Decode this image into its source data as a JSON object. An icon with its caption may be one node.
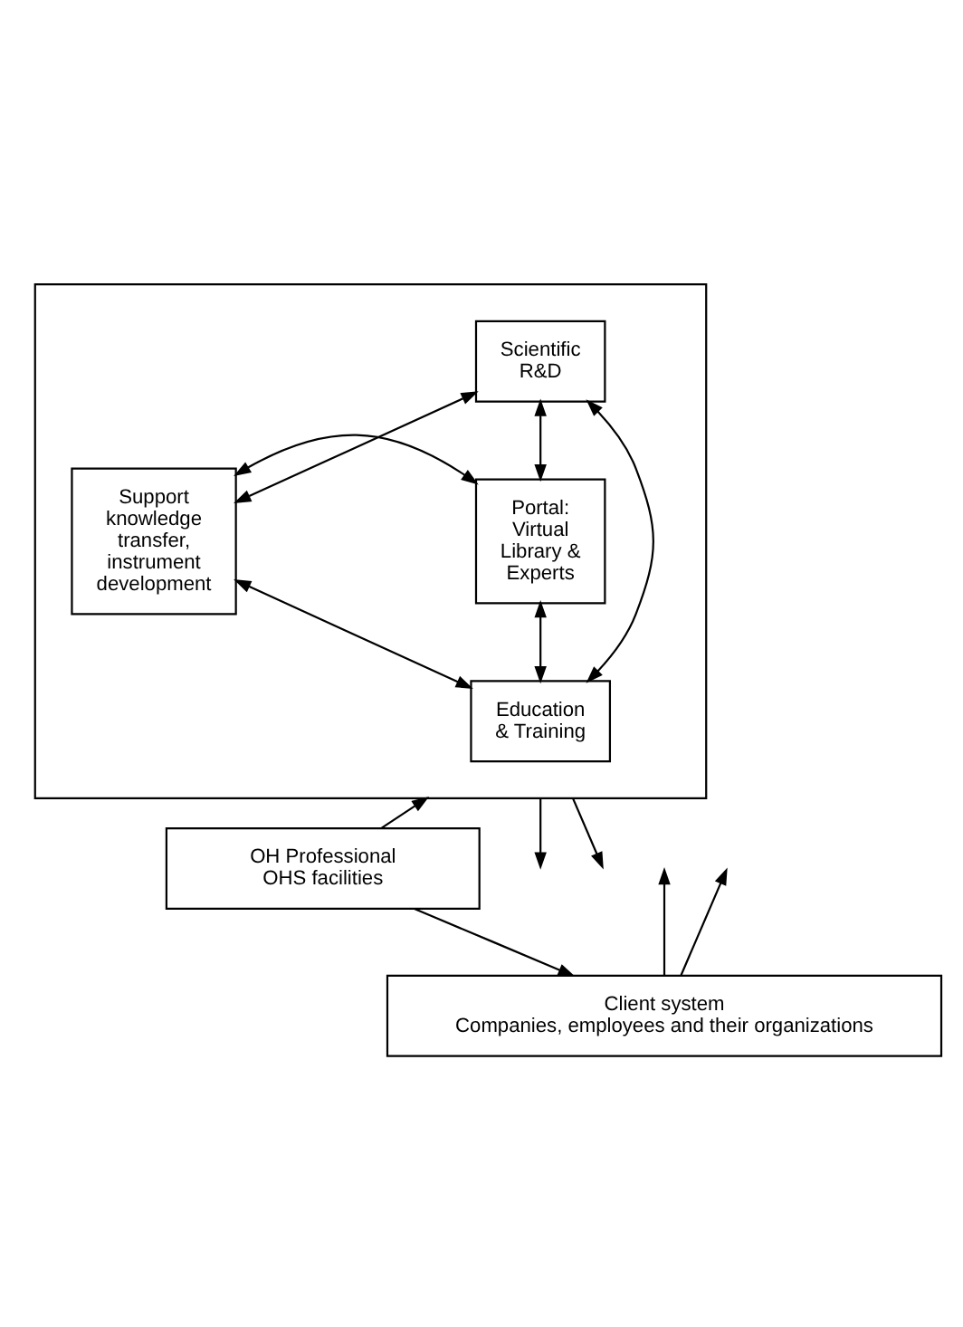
{
  "diagram": {
    "nodes": [
      {
        "text": [],
        "shape": "box"
      },
      {
        "text": [
          "Scientific R&D"
        ],
        "in": 0
      },
      {
        "text": [
          "Support knowledge transfer, instrument development"
        ],
        "in": 0
      },
      {
        "text": [
          "Portal: Virtual Library & Experts"
        ],
        "in": 0
      },
      {
        "text": [
          "Education & Training"
        ],
        "in": 0
      },
      {
        "text": [
          "OH Professional OHS facilities"
        ]
      },
      {
        "text": [
          "Client system",
          "Companies, employees and their organizations"
        ]
      }
    ],
    "edges": [
      {
        "from": 1,
        "to": 2,
        "arrow": "both"
      },
      {
        "from": 1,
        "to": 3,
        "arrow": "both"
      },
      {
        "from": 2,
        "to": 3,
        "arrow": "both"
      },
      {
        "from": 1,
        "to": 4,
        "arrow": "both"
      },
      {
        "from": 2,
        "to": 4,
        "arrow": "both"
      },
      {
        "from": 3,
        "to": 4,
        "arrow": "both"
      },
      {
        "from": 0,
        "to": null,
        "arrow": "to"
      },
      {
        "from": 5,
        "to": 0,
        "arrow": "to"
      },
      {
        "from": 0,
        "to": null,
        "arrow": "to"
      },
      {
        "from": 5,
        "to": 6,
        "arrow": "to"
      },
      {
        "from": 6,
        "to": null,
        "arrow": "to"
      },
      {
        "from": 6,
        "to": null,
        "arrow": "to"
      }
    ]
  }
}
